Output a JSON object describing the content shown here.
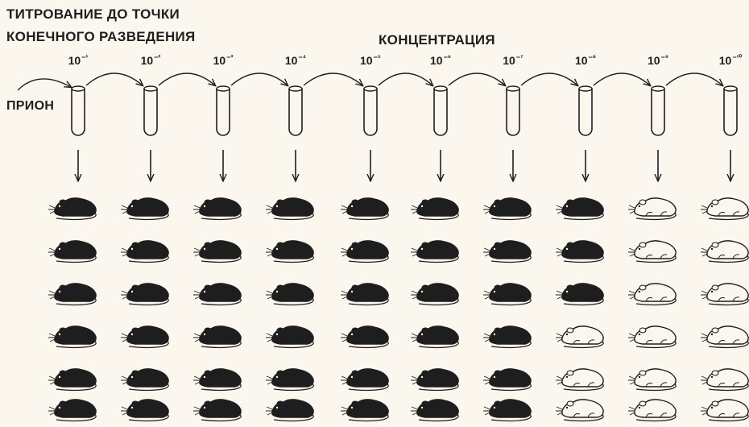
{
  "title": {
    "line1": "ТИТРОВАНИЕ ДО ТОЧКИ",
    "line2": "КОНЕЧНОГО РАЗВЕДЕНИЯ"
  },
  "concentration_label": "КОНЦЕНТРАЦИЯ",
  "prion_label": "ПРИОН",
  "dilutions": [
    {
      "base": "10",
      "exp": "−¹"
    },
    {
      "base": "10",
      "exp": "−²"
    },
    {
      "base": "10",
      "exp": "−³"
    },
    {
      "base": "10",
      "exp": "−⁴"
    },
    {
      "base": "10",
      "exp": "−⁵"
    },
    {
      "base": "10",
      "exp": "−⁶"
    },
    {
      "base": "10",
      "exp": "−⁷"
    },
    {
      "base": "10",
      "exp": "−⁸"
    },
    {
      "base": "10",
      "exp": "−⁹"
    },
    {
      "base": "10",
      "exp": "−¹⁰"
    }
  ],
  "mice_rows": 6,
  "sick_counts_per_dilution": [
    6,
    6,
    6,
    6,
    6,
    6,
    6,
    3,
    0,
    0
  ],
  "colors": {
    "sick_mouse": "#1e1e1e",
    "healthy_mouse": "#fbf7ef",
    "ink": "#1e1e1e"
  }
}
